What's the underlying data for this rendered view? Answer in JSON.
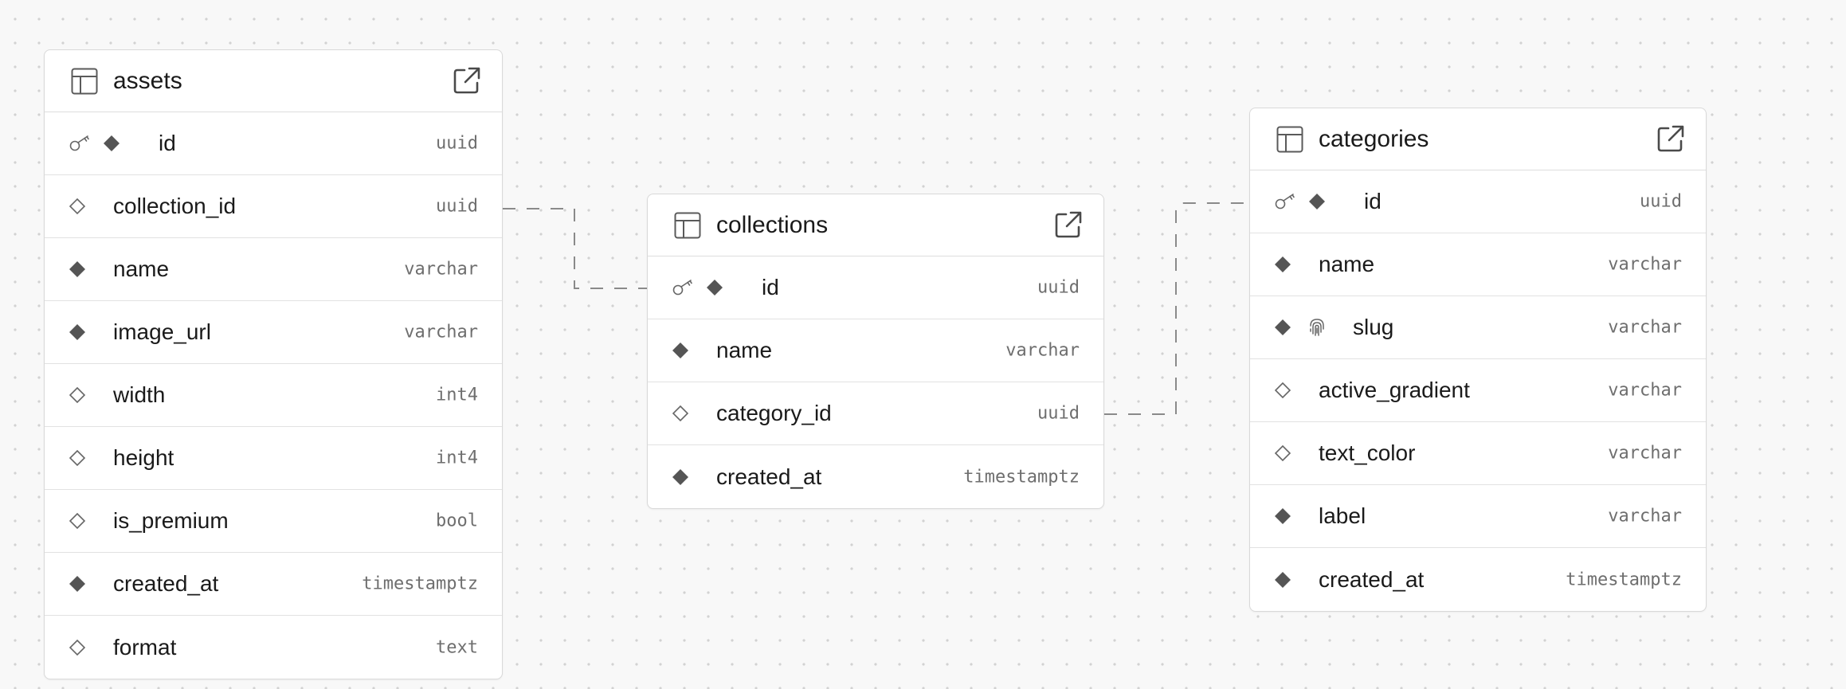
{
  "colors": {
    "background": "#f8f8f8",
    "card": "#ffffff",
    "border": "#d9d9d9",
    "connector": "#8a8a8a",
    "marker_fill": "#555555",
    "type_text": "#6e6e6e"
  },
  "tables": [
    {
      "name": "assets",
      "icon": "table-icon",
      "action_icon": "external-link-icon",
      "columns": [
        {
          "name": "id",
          "type": "uuid",
          "primary_key": true,
          "nullable": false
        },
        {
          "name": "collection_id",
          "type": "uuid",
          "primary_key": false,
          "nullable": true
        },
        {
          "name": "name",
          "type": "varchar",
          "primary_key": false,
          "nullable": false
        },
        {
          "name": "image_url",
          "type": "varchar",
          "primary_key": false,
          "nullable": false
        },
        {
          "name": "width",
          "type": "int4",
          "primary_key": false,
          "nullable": true
        },
        {
          "name": "height",
          "type": "int4",
          "primary_key": false,
          "nullable": true
        },
        {
          "name": "is_premium",
          "type": "bool",
          "primary_key": false,
          "nullable": true
        },
        {
          "name": "created_at",
          "type": "timestamptz",
          "primary_key": false,
          "nullable": false
        },
        {
          "name": "format",
          "type": "text",
          "primary_key": false,
          "nullable": true
        }
      ]
    },
    {
      "name": "collections",
      "icon": "table-icon",
      "action_icon": "external-link-icon",
      "columns": [
        {
          "name": "id",
          "type": "uuid",
          "primary_key": true,
          "nullable": false
        },
        {
          "name": "name",
          "type": "varchar",
          "primary_key": false,
          "nullable": false
        },
        {
          "name": "category_id",
          "type": "uuid",
          "primary_key": false,
          "nullable": true
        },
        {
          "name": "created_at",
          "type": "timestamptz",
          "primary_key": false,
          "nullable": false
        }
      ]
    },
    {
      "name": "categories",
      "icon": "table-icon",
      "action_icon": "external-link-icon",
      "columns": [
        {
          "name": "id",
          "type": "uuid",
          "primary_key": true,
          "nullable": false
        },
        {
          "name": "name",
          "type": "varchar",
          "primary_key": false,
          "nullable": false
        },
        {
          "name": "slug",
          "type": "varchar",
          "primary_key": false,
          "nullable": false,
          "unique": true
        },
        {
          "name": "active_gradient",
          "type": "varchar",
          "primary_key": false,
          "nullable": true
        },
        {
          "name": "text_color",
          "type": "varchar",
          "primary_key": false,
          "nullable": true
        },
        {
          "name": "label",
          "type": "varchar",
          "primary_key": false,
          "nullable": false
        },
        {
          "name": "created_at",
          "type": "timestamptz",
          "primary_key": false,
          "nullable": false
        }
      ]
    }
  ],
  "relations": [
    {
      "from": "assets.collection_id",
      "to": "collections.id"
    },
    {
      "from": "collections.category_id",
      "to": "categories.id"
    }
  ]
}
